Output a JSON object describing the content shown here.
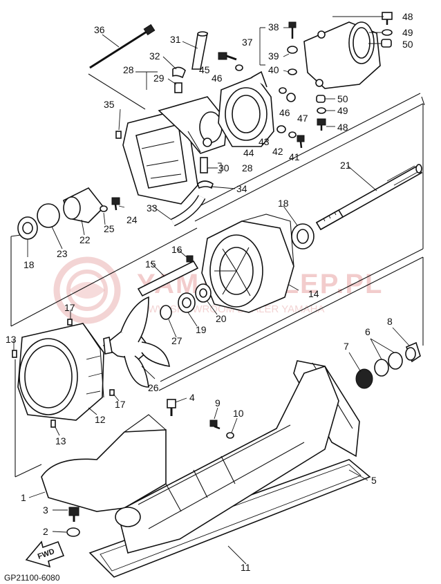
{
  "diagram": {
    "callouts": [
      {
        "key": "36",
        "text": "36"
      },
      {
        "key": "31",
        "text": "31"
      },
      {
        "key": "32",
        "text": "32"
      },
      {
        "key": "28a",
        "text": "28"
      },
      {
        "key": "29",
        "text": "29"
      },
      {
        "key": "45",
        "text": "45"
      },
      {
        "key": "46a",
        "text": "46"
      },
      {
        "key": "37",
        "text": "37"
      },
      {
        "key": "38",
        "text": "38"
      },
      {
        "key": "39",
        "text": "39"
      },
      {
        "key": "40",
        "text": "40"
      },
      {
        "key": "48a",
        "text": "48"
      },
      {
        "key": "49a",
        "text": "49"
      },
      {
        "key": "50a",
        "text": "50"
      },
      {
        "key": "46b",
        "text": "46"
      },
      {
        "key": "47",
        "text": "47"
      },
      {
        "key": "50b",
        "text": "50"
      },
      {
        "key": "49b",
        "text": "49"
      },
      {
        "key": "48b",
        "text": "48"
      },
      {
        "key": "35",
        "text": "35"
      },
      {
        "key": "44",
        "text": "44"
      },
      {
        "key": "43",
        "text": "43"
      },
      {
        "key": "42",
        "text": "42"
      },
      {
        "key": "41",
        "text": "41"
      },
      {
        "key": "30",
        "text": "30"
      },
      {
        "key": "28b",
        "text": "28"
      },
      {
        "key": "34",
        "text": "34"
      },
      {
        "key": "21",
        "text": "21"
      },
      {
        "key": "33",
        "text": "33"
      },
      {
        "key": "24",
        "text": "24"
      },
      {
        "key": "25",
        "text": "25"
      },
      {
        "key": "22",
        "text": "22"
      },
      {
        "key": "23",
        "text": "23"
      },
      {
        "key": "18a",
        "text": "18"
      },
      {
        "key": "18b",
        "text": "18"
      },
      {
        "key": "16",
        "text": "16"
      },
      {
        "key": "15",
        "text": "15"
      },
      {
        "key": "14",
        "text": "14"
      },
      {
        "key": "17a",
        "text": "17"
      },
      {
        "key": "27",
        "text": "27"
      },
      {
        "key": "19",
        "text": "19"
      },
      {
        "key": "20",
        "text": "20"
      },
      {
        "key": "13a",
        "text": "13"
      },
      {
        "key": "26",
        "text": "26"
      },
      {
        "key": "17b",
        "text": "17"
      },
      {
        "key": "12",
        "text": "12"
      },
      {
        "key": "13b",
        "text": "13"
      },
      {
        "key": "7",
        "text": "7"
      },
      {
        "key": "6",
        "text": "6"
      },
      {
        "key": "8",
        "text": "8"
      },
      {
        "key": "4",
        "text": "4"
      },
      {
        "key": "9",
        "text": "9"
      },
      {
        "key": "10",
        "text": "10"
      },
      {
        "key": "5",
        "text": "5"
      },
      {
        "key": "1",
        "text": "1"
      },
      {
        "key": "3",
        "text": "3"
      },
      {
        "key": "2",
        "text": "2"
      },
      {
        "key": "11",
        "text": "11"
      }
    ],
    "fwd_label": "FWD",
    "drawing_code": "GP21100-6080"
  },
  "watermark": {
    "brand": "YAMAPAKLEP.PL",
    "tagline": "WWW.SHOWROOM DEALER YAMAHA"
  },
  "colors": {
    "ink": "#111111",
    "watermark": "#e9a3a3",
    "background": "#ffffff"
  }
}
